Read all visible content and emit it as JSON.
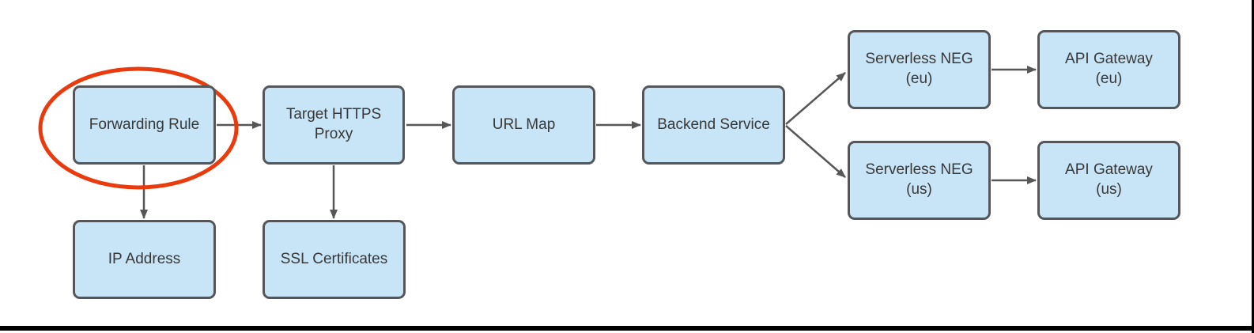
{
  "diagram": {
    "type": "flowchart",
    "nodes": [
      {
        "id": "forwarding-rule",
        "label": "Forwarding Rule"
      },
      {
        "id": "target-https-proxy",
        "label": "Target HTTPS\nProxy"
      },
      {
        "id": "url-map",
        "label": "URL Map"
      },
      {
        "id": "backend-service",
        "label": "Backend Service"
      },
      {
        "id": "serverless-neg-eu",
        "label": "Serverless NEG\n(eu)"
      },
      {
        "id": "api-gateway-eu",
        "label": "API Gateway\n(eu)"
      },
      {
        "id": "serverless-neg-us",
        "label": "Serverless NEG\n(us)"
      },
      {
        "id": "api-gateway-us",
        "label": "API Gateway\n(us)"
      },
      {
        "id": "ip-address",
        "label": "IP Address"
      },
      {
        "id": "ssl-certificates",
        "label": "SSL Certificates"
      }
    ],
    "edges": [
      {
        "from": "forwarding-rule",
        "to": "target-https-proxy"
      },
      {
        "from": "target-https-proxy",
        "to": "url-map"
      },
      {
        "from": "url-map",
        "to": "backend-service"
      },
      {
        "from": "backend-service",
        "to": "serverless-neg-eu"
      },
      {
        "from": "backend-service",
        "to": "serverless-neg-us"
      },
      {
        "from": "serverless-neg-eu",
        "to": "api-gateway-eu"
      },
      {
        "from": "serverless-neg-us",
        "to": "api-gateway-us"
      },
      {
        "from": "forwarding-rule",
        "to": "ip-address"
      },
      {
        "from": "target-https-proxy",
        "to": "ssl-certificates"
      }
    ],
    "annotation": {
      "shape": "ellipse",
      "around": "forwarding-rule",
      "color": "#e93b0d"
    },
    "colors": {
      "node_fill": "#c8e4f7",
      "node_border": "#54565a",
      "arrow": "#575757",
      "highlight": "#e93b0d",
      "frame": "#000000",
      "background": "#ffffff"
    }
  }
}
